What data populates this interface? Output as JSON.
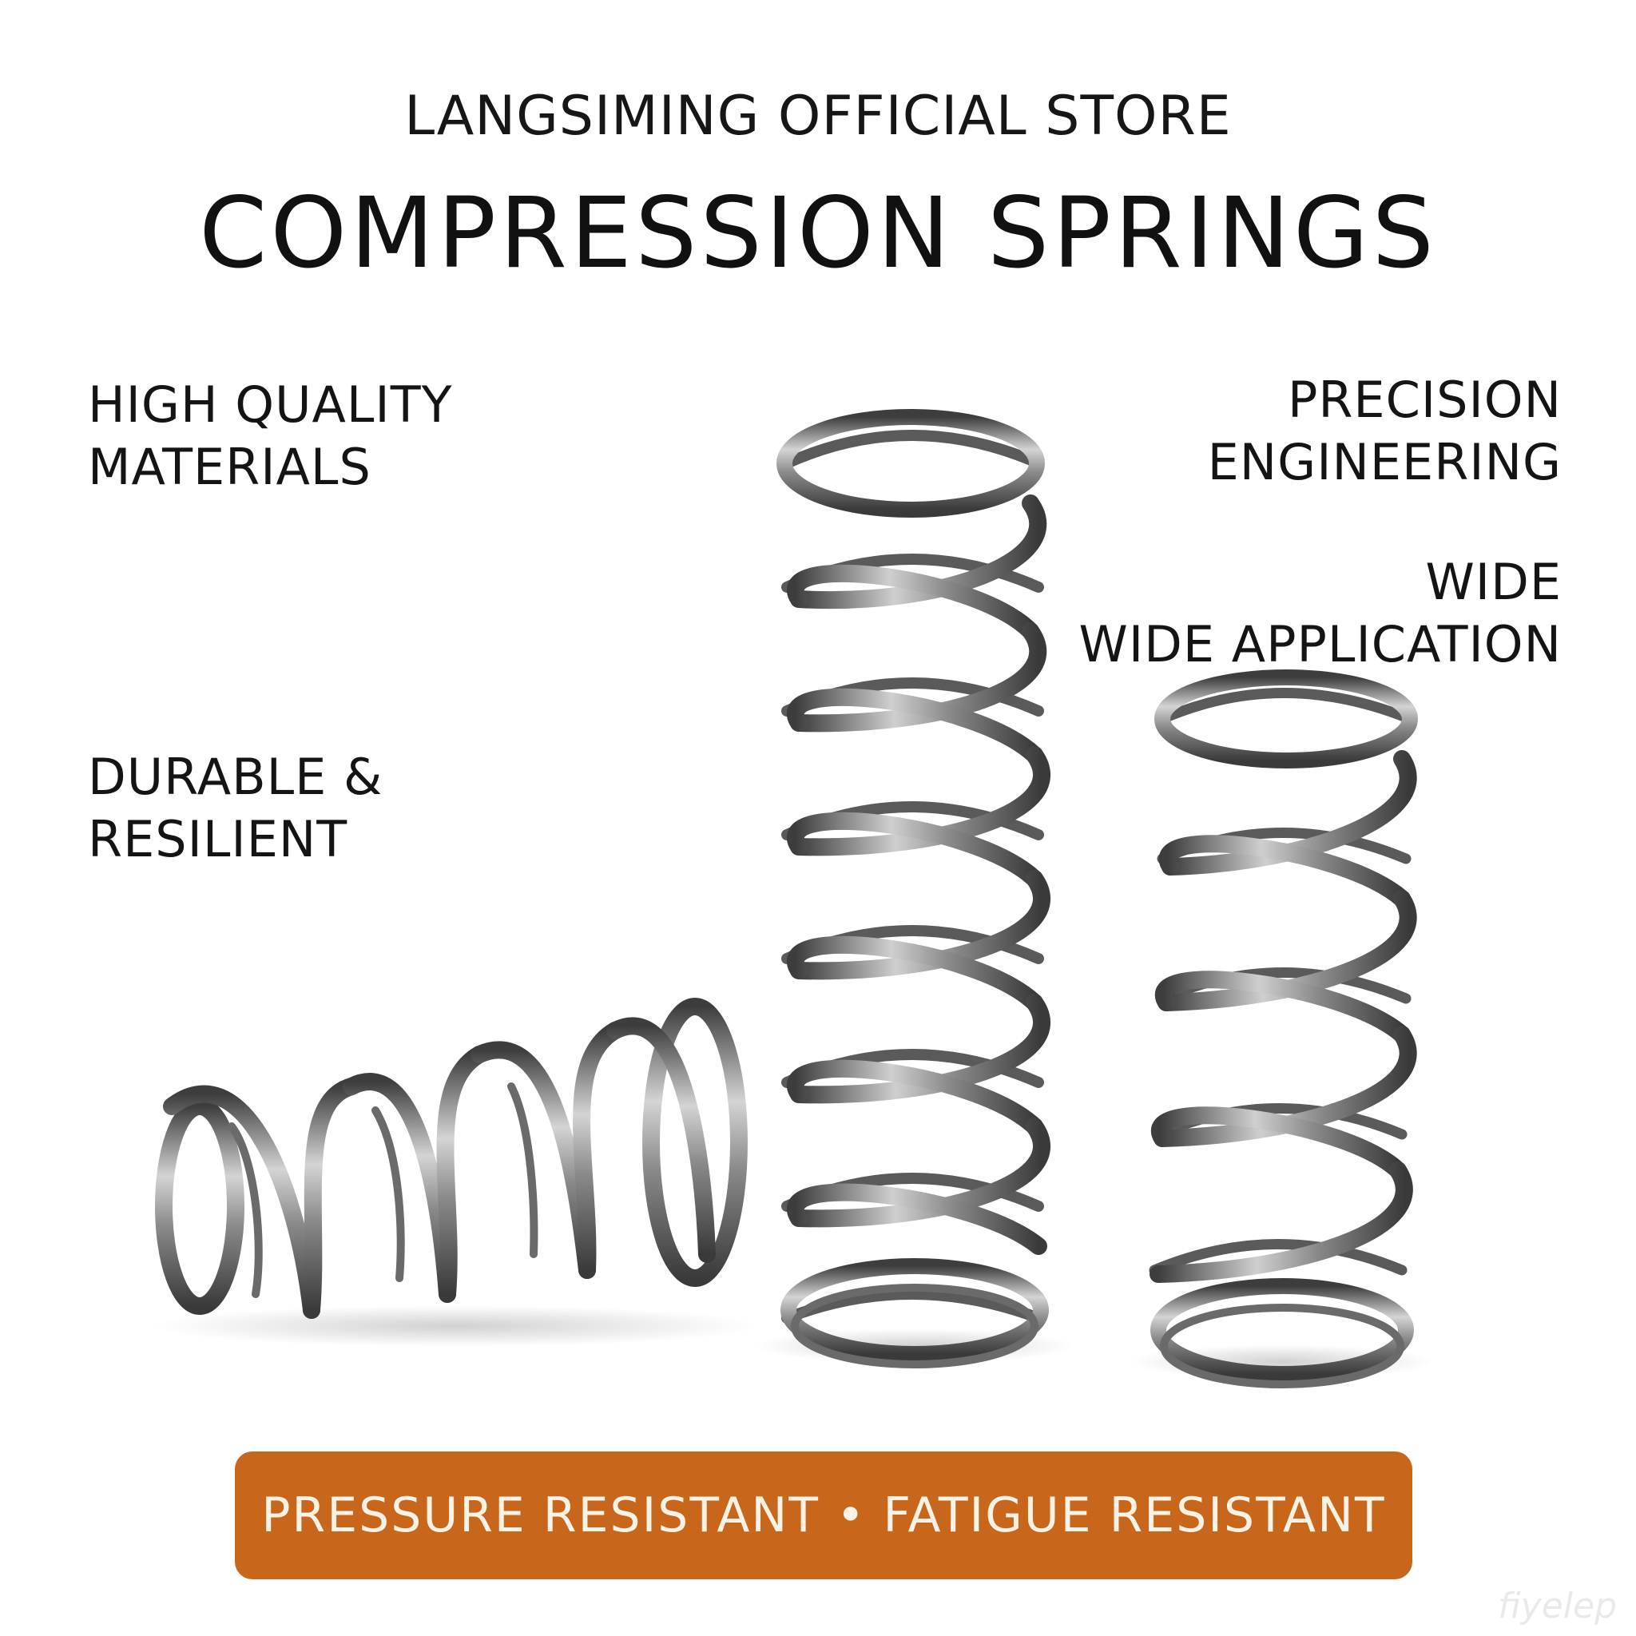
{
  "header": {
    "store_name": "LANGSIMING OFFICIAL STORE",
    "title": "COMPRESSION SPRINGS"
  },
  "features": {
    "quality": [
      "HIGH QUALITY",
      "MATERIALS"
    ],
    "durable": [
      "DURABLE &",
      "RESILIENT"
    ],
    "precision": [
      "PRECISION",
      "ENGINEERING"
    ],
    "wide": [
      "WIDE",
      "WIDE APPLICATION"
    ]
  },
  "banner": {
    "text": "PRESSURE RESISTANT • FATIGUE RESISTANT",
    "color": "#c8671c"
  },
  "watermark": "fiyelep",
  "colors": {
    "spring_dark": "#4a4a4a",
    "spring_mid": "#8f8f8f",
    "spring_light": "#d2d2d2"
  }
}
